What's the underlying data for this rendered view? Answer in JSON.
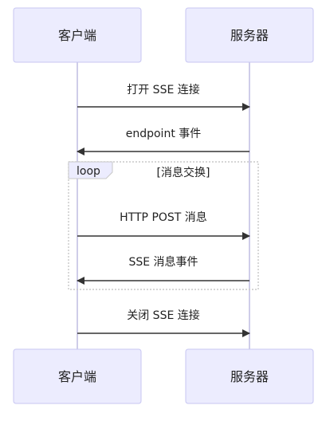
{
  "participants": [
    {
      "id": "client",
      "label": "客户端"
    },
    {
      "id": "server",
      "label": "服务器"
    }
  ],
  "messages": [
    {
      "from": "client",
      "to": "server",
      "label": "打开 SSE 连接"
    },
    {
      "from": "server",
      "to": "client",
      "label": "endpoint 事件"
    },
    {
      "from": "client",
      "to": "server",
      "label": "HTTP POST 消息"
    },
    {
      "from": "server",
      "to": "client",
      "label": "SSE 消息事件"
    },
    {
      "from": "client",
      "to": "server",
      "label": "关闭 SSE 连接"
    }
  ],
  "loop": {
    "keyword": "loop",
    "condition": "[消息交换]"
  },
  "colors": {
    "actor_fill": "#ececfe",
    "actor_border": "#c7c6f2",
    "lifeline": "#cfcde9",
    "arrow": "#333333",
    "loop_border": "#c8c8c8"
  }
}
